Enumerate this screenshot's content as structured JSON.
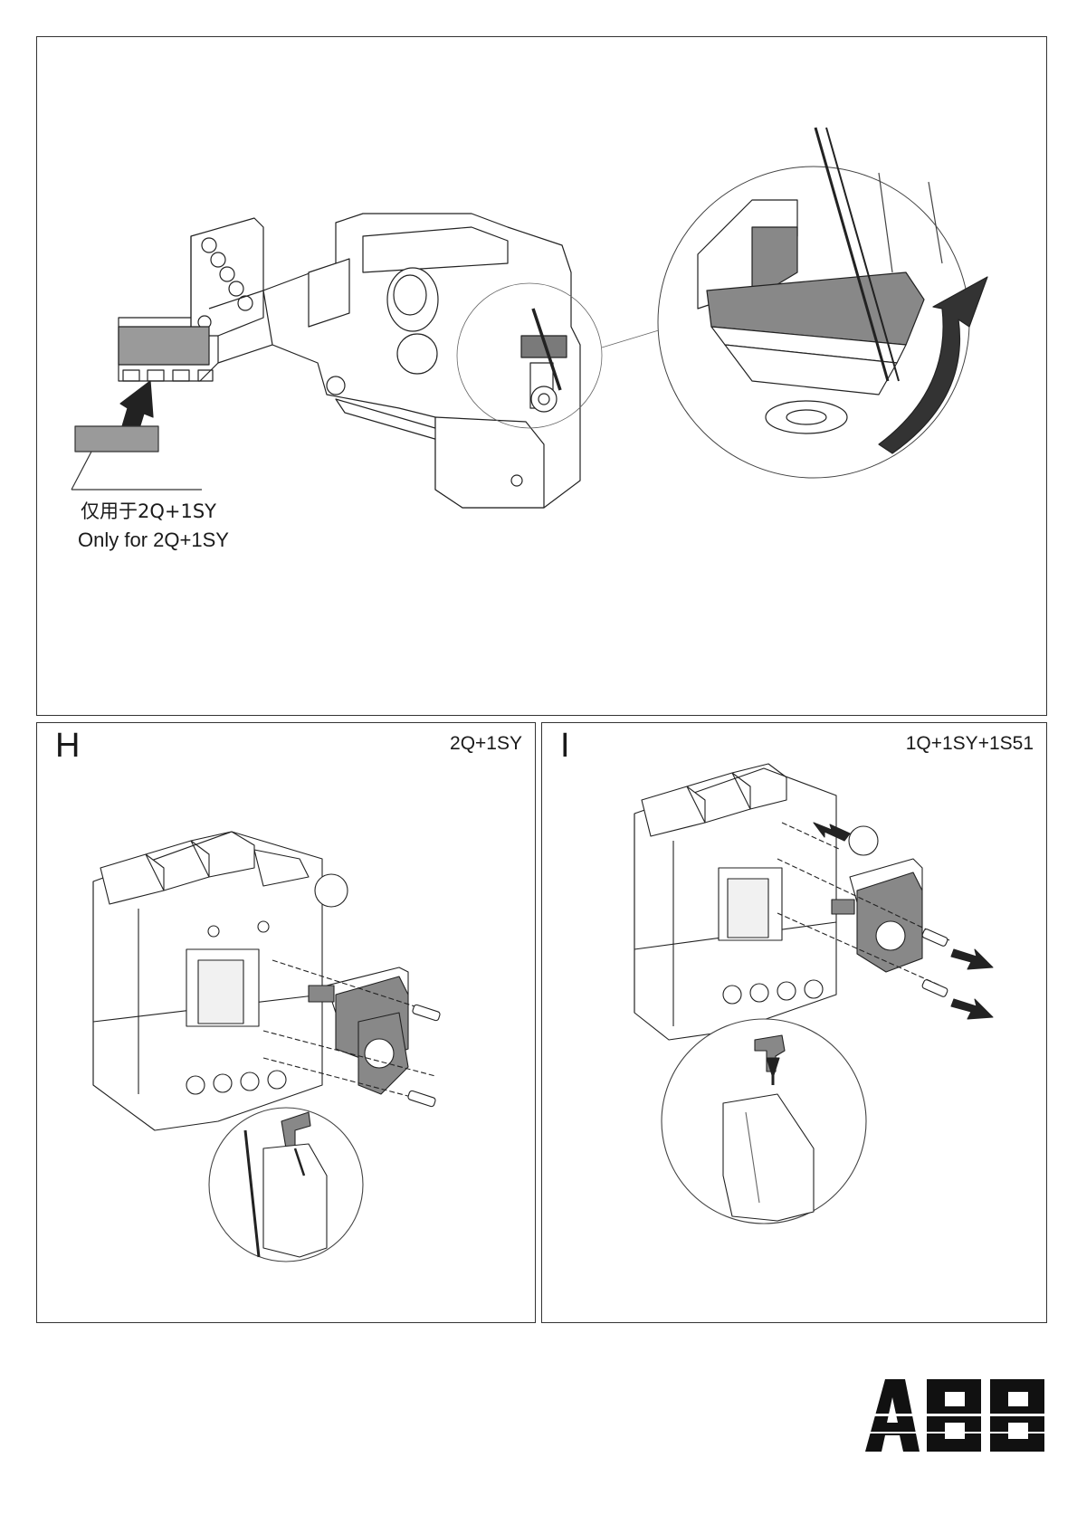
{
  "top_panel": {
    "label_cn": "仅用于2Q+1SY",
    "label_en": "Only for 2Q+1SY",
    "highlight_color": "#9a9a9a"
  },
  "panel_h": {
    "letter": "H",
    "variant": "2Q+1SY"
  },
  "panel_i": {
    "letter": "I",
    "variant": "1Q+1SY+1S51"
  },
  "brand": {
    "logo_text": "ABB",
    "logo_color": "#111111"
  }
}
